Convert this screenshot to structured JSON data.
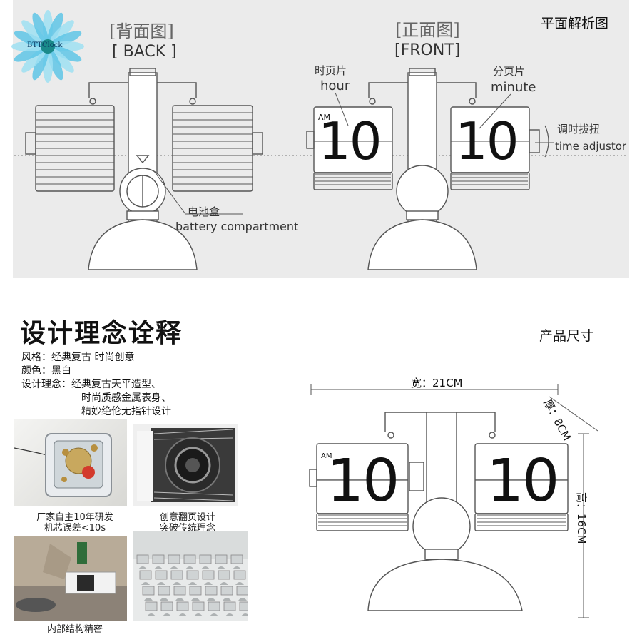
{
  "top": {
    "logo_text": "BTTClock",
    "panel_title": "平面解析图",
    "back_cn": "[背面图]",
    "back_en": "[ BACK ]",
    "front_cn": "[正面图]",
    "front_en": "[FRONT]",
    "hour_cn": "时页片",
    "hour_en": "hour",
    "minute_cn": "分页片",
    "minute_en": "minute",
    "adjust_cn": "调时拔扭",
    "adjust_en": "time adjustor",
    "battery_cn": "电池盒",
    "battery_en": "battery compartment",
    "digits": "10",
    "am": "AM"
  },
  "design": {
    "title": "设计理念诠释",
    "style_line": "风格：经典复古 时尚创意",
    "color_line": "颜色：黑白",
    "concept_line1": "设计理念：经典复古天平造型、",
    "concept_line2": "时尚质感金属表身、",
    "concept_line3": "精妙绝伦无指针设计",
    "caption1_l1": "厂家自主10年研发",
    "caption1_l2": "机芯误差<10s",
    "caption2_l1": "创意翻页设计",
    "caption2_l2": "突破传统理念",
    "caption3": "内部结构精密"
  },
  "size": {
    "title": "产品尺寸",
    "width": "宽：21CM",
    "depth": "厚：8CM",
    "height": "高：16CM",
    "digits": "10",
    "am": "AM"
  }
}
